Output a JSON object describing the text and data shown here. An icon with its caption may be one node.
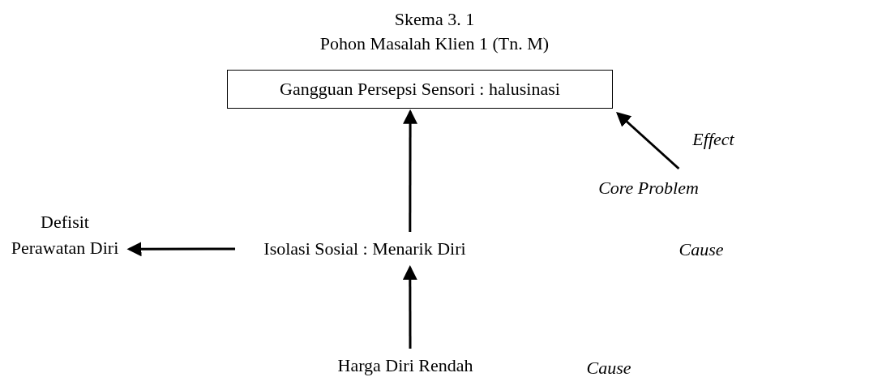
{
  "diagram": {
    "title": "Skema 3. 1",
    "nodes": [
      {
        "text": [
          "Gangguan Persepsi Sensori : halusinasi"
        ]
      },
      {
        "text": [
          "Core Problem"
        ]
      },
      {
        "text": [
          "Isolasi Sosial : Menarik Diri"
        ]
      },
      {
        "text": [
          "Defisit Perawatan Diri"
        ]
      },
      {
        "text": [
          "Harga Diri Rendah"
        ]
      }
    ],
    "edges": [
      {
        "from": 1,
        "to": 0,
        "arrow": "to"
      },
      {
        "from": 2,
        "to": 0,
        "arrow": "to"
      },
      {
        "from": 2,
        "to": 3,
        "arrow": "to"
      },
      {
        "from": 4,
        "to": 2,
        "arrow": "to"
      }
    ],
    "labels": [
      "Pohon Masalah Klien 1 (Tn. M)",
      "Effect",
      "Cause",
      "Cause"
    ]
  }
}
